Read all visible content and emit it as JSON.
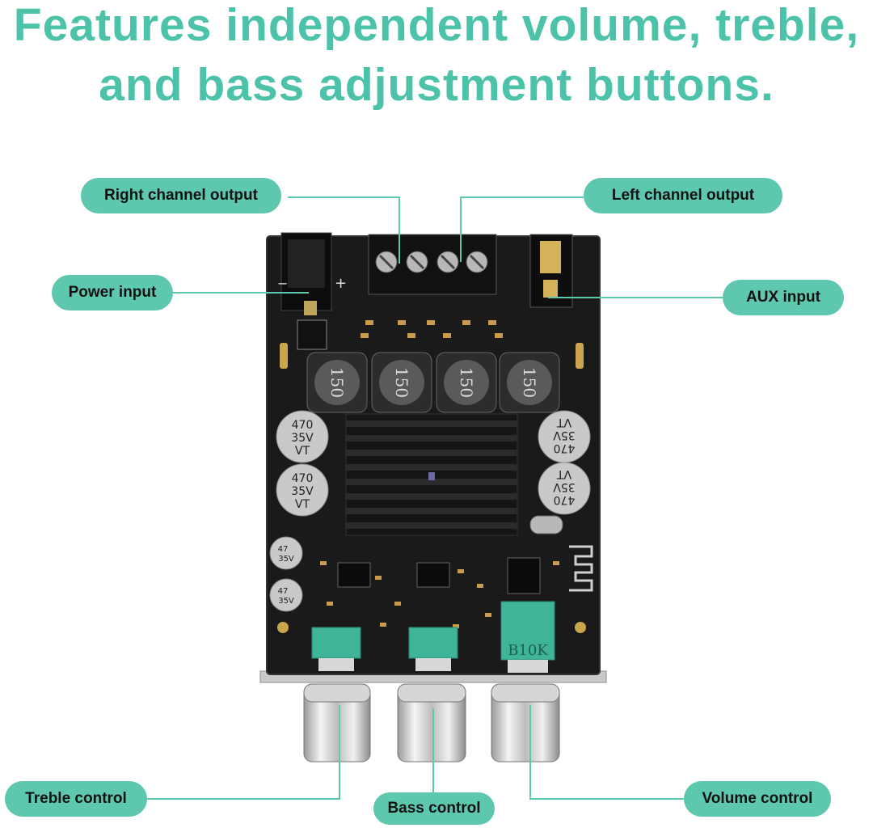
{
  "headline": {
    "line1": "Features independent volume, treble,",
    "line2": "and bass adjustment buttons."
  },
  "labels": {
    "right_channel_output": "Right channel output",
    "left_channel_output": "Left channel output",
    "power_input": "Power input",
    "aux_input": "AUX input",
    "treble_control": "Treble control",
    "bass_control": "Bass control",
    "volume_control": "Volume control"
  },
  "board_markings": {
    "inductor_value": "150",
    "capacitor_line1": "470",
    "capacitor_line2": "35V",
    "capacitor_line3": "VT",
    "small_cap_line1": "47",
    "small_cap_line2": "35V",
    "pot_marking_volume": "B10K",
    "power_plus": "+",
    "power_minus": "−"
  },
  "colors": {
    "accent": "#5ec8ae",
    "headline": "#4cc3a9",
    "board": "#1a1a1a",
    "pot_body": "#3fb497"
  }
}
